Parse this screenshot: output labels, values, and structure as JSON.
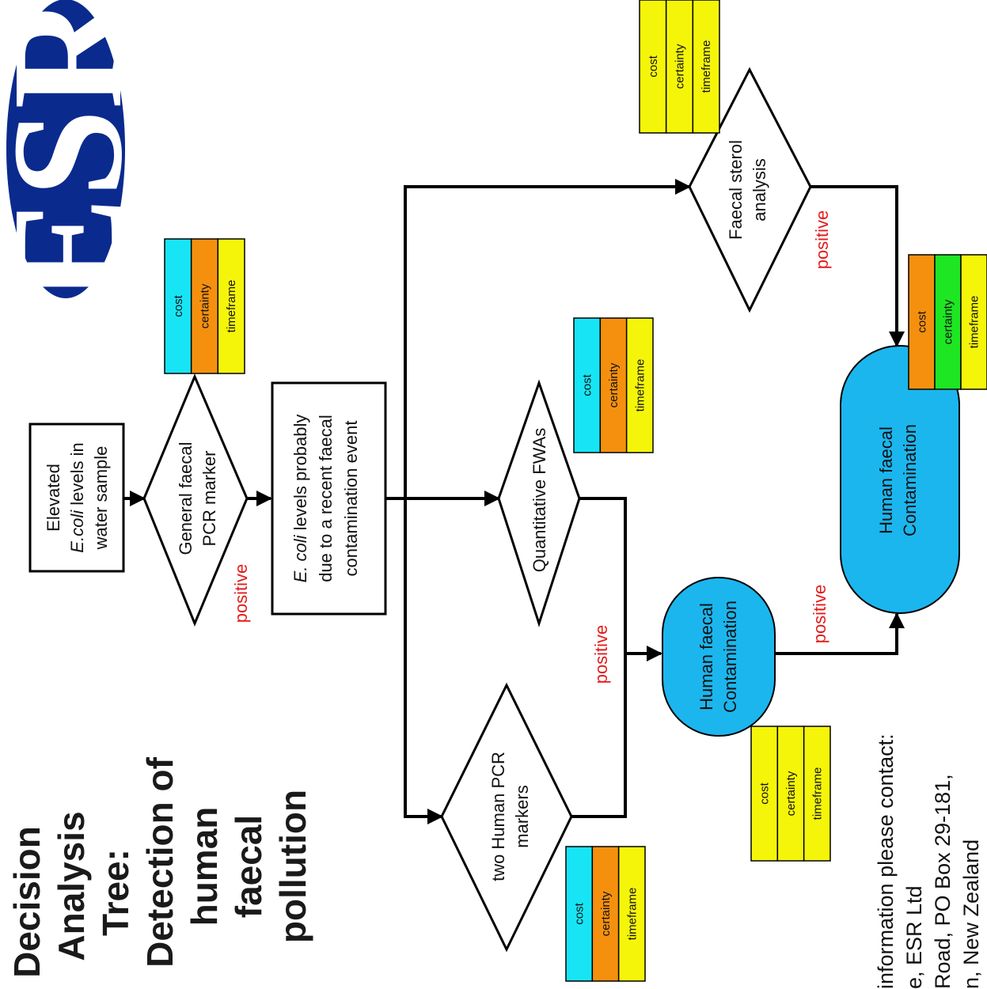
{
  "title": [
    "Decision",
    "Analysis",
    "Tree:",
    "Detection of",
    "human",
    "faecal",
    "pollution"
  ],
  "logo": {
    "text": "ESR",
    "color": "#0a2a8e"
  },
  "nodes": {
    "elevated": {
      "line1": "Elevated",
      "line2_italic": "E.coli",
      "line2_rest": " levels in",
      "line3": "water sample"
    },
    "general_pcr": [
      "General faecal",
      "PCR marker"
    ],
    "recent_event": {
      "line1_italic": "E. coli",
      "line1_rest": " levels probably",
      "line2": "due to a recent faecal",
      "line3": "contamination event"
    },
    "quant_fwas": "Quantitative FWAs",
    "faecal_sterol": [
      "Faecal sterol",
      "analysis"
    ],
    "two_human_pcr": [
      "two Human PCR",
      "markers"
    ],
    "human_contam_1": [
      "Human faecal",
      "Contamination"
    ],
    "human_contam_2": [
      "Human faecal",
      "Contamination"
    ]
  },
  "positive_label": "positive",
  "criteria_labels": [
    "cost",
    "certainty",
    "timeframe"
  ],
  "colors": {
    "cyan": "#17e5f5",
    "orange": "#f5900f",
    "yellow": "#f5f50a",
    "green": "#1ee623",
    "oval": "#1bb6ee",
    "positive": "#e41b1b"
  },
  "criteria_tables": {
    "general_pcr": [
      "cyan",
      "orange",
      "yellow"
    ],
    "faecal_sterol": [
      "yellow",
      "yellow",
      "yellow"
    ],
    "quant_fwas": [
      "cyan",
      "orange",
      "yellow"
    ],
    "two_human_pcr": [
      "cyan",
      "orange",
      "yellow"
    ],
    "human_contam_1": [
      "yellow",
      "yellow",
      "yellow"
    ],
    "human_contam_2": [
      "orange",
      "green",
      "yellow"
    ]
  },
  "contact": [
    "information please contact:",
    "e, ESR Ltd",
    "Road,  PO Box 29-181,",
    "n, New Zealand"
  ]
}
